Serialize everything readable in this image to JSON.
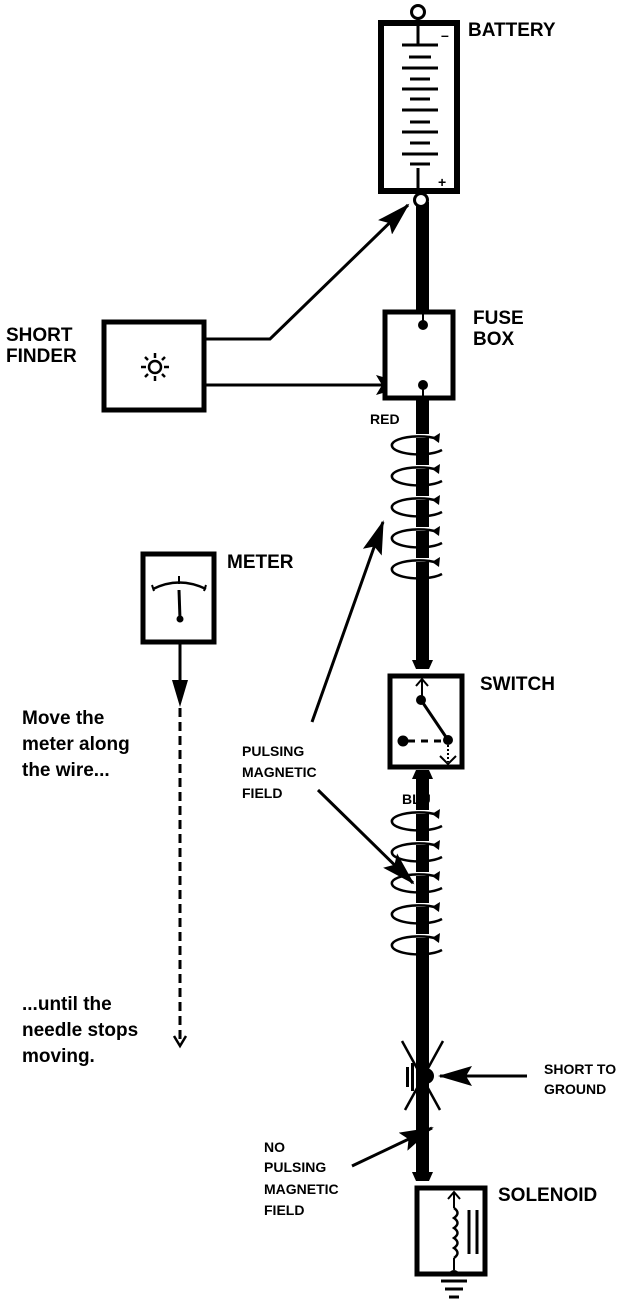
{
  "diagram": {
    "title": "Short finder and meter circuit tracing",
    "components": {
      "battery": {
        "label": "BATTERY",
        "negative_symbol": "–",
        "positive_symbol": "+"
      },
      "fuse_box": {
        "label_line1": "FUSE",
        "label_line2": "BOX"
      },
      "short_finder": {
        "label_line1": "SHORT",
        "label_line2": "FINDER",
        "icon": "light-bulb-icon"
      },
      "meter": {
        "label": "METER",
        "icon": "gauge-needle-icon"
      },
      "switch": {
        "label": "SWITCH"
      },
      "solenoid": {
        "label": "SOLENOID"
      }
    },
    "wires": {
      "upper_wire_color": "RED",
      "lower_wire_color": "BLU"
    },
    "annotations": {
      "pulsing_field": [
        "PULSING",
        "MAGNETIC",
        "FIELD"
      ],
      "no_pulsing_field": [
        "NO",
        "PULSING",
        "MAGNETIC",
        "FIELD"
      ],
      "short_to_ground": [
        "SHORT TO",
        "GROUND"
      ],
      "instruction_start": [
        "Move the",
        "meter along",
        "the wire..."
      ],
      "instruction_end": [
        "...until the",
        "needle stops",
        "moving."
      ]
    },
    "colors": {
      "ink": "#000000",
      "background": "#ffffff"
    }
  }
}
